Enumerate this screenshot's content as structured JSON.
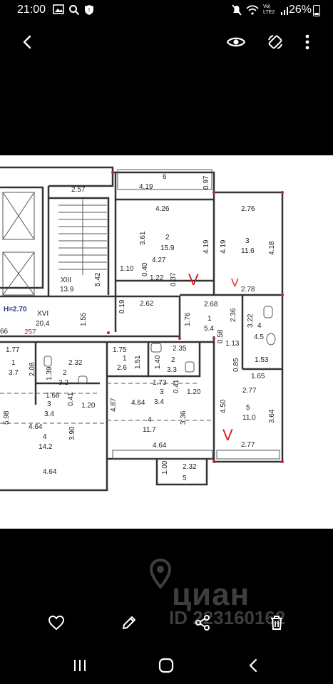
{
  "status_bar": {
    "time": "21:00",
    "network": "Vo) LTE2",
    "battery": "26%"
  },
  "plan": {
    "labels": {
      "shaft_width": "2.57",
      "loggia_top_no": "6",
      "loggia_top_len": "4.19",
      "loggia_top_w": "0.97",
      "room2_len": "4.26",
      "room2_side": "3.61",
      "room2_no": "2",
      "room2_area": "15.9",
      "room2_bottom": "4.27",
      "room2_right": "4.19",
      "room3_len": "2.76",
      "room3_side": "4.19",
      "room3_no": "3",
      "room3_area": "11.6",
      "room3_right": "4.18",
      "room3_bottom": "2.78",
      "stair_no": "XIII",
      "stair_area": "13.9",
      "stair_side": "5.42",
      "lift_a": "1.10",
      "lift_b": "0.40",
      "lift_c": "1.22",
      "lift_d": "0.37",
      "height": "H=2.70",
      "hall_no": "XVI",
      "hall_area": "20.4",
      "hall_side": "1.55",
      "corr_a": "0.19",
      "corr_b": "2.62",
      "red_num": "257",
      "left_num": "66",
      "hall1_side": "1.76",
      "hall1_top": "2.68",
      "hall1_no": "1",
      "hall1_area": "5.4",
      "hall1_right": "2.36",
      "bath4_side": "3.22",
      "bath4_no": "4",
      "bath4_area": "4.5",
      "dim_058": "0.58",
      "dim_113": "1.13",
      "dim_153": "1.53",
      "dim_085": "0.85",
      "dim_165": "1.65",
      "room5_top": "2.77",
      "room5_side": "4.50",
      "room5_no": "5",
      "room5_area": "11.0",
      "room5_right": "3.64",
      "room5_bottom": "2.77",
      "l_hall_top": "1.77",
      "l_hall_no": "1",
      "l_hall_area": "3.7",
      "l_hall_side": "2.08",
      "l_bath_top": "2.32",
      "l_bath_side": "1.39",
      "l_bath_no": "2",
      "l_bath_area": "3.2",
      "l_dim_168": "1.68",
      "l_dim_041": "0.41",
      "l_dim_120": "1.20",
      "l_r3_no": "3",
      "l_r3_area": "3.4",
      "l_side_598": "5.98",
      "l_dim_464": "4.64",
      "l_r4_no": "4",
      "l_r4_area": "14.2",
      "l_r4_side": "3.90",
      "l_bottom_464": "4.64",
      "c_dim_175": "1.75",
      "c_r1_no": "1",
      "c_r1_area": "2.6",
      "c_dim_151": "1.51",
      "c_dim_140": "1.40",
      "c_dim_235": "2.35",
      "c_bath_no": "2",
      "c_bath_area": "3.3",
      "c_dim_173": "1.73",
      "c_dim_041": "0.41",
      "c_dim_120": "1.20",
      "c_r3_no": "3",
      "c_r3_area": "3.4",
      "c_side_487": "4.87",
      "c_dim_464": "4.64",
      "c_side_336": "3.36",
      "c_r4_no": "4",
      "c_r4_area": "11.7",
      "c_bottom_464": "4.64",
      "bal_w": "1.00",
      "bal_len": "2.32",
      "bal_no": "5",
      "checkmark": "V"
    }
  },
  "watermark": {
    "logo": "циан",
    "id_text": "ID 223160162"
  },
  "icons": {
    "back": "arrow-left-icon",
    "view": "eye-icon",
    "rotate": "auto-rotate-icon",
    "more": "more-vertical-icon",
    "favorite": "heart-icon",
    "edit": "pencil-icon",
    "share": "share-icon",
    "delete": "trash-icon"
  },
  "colors": {
    "background": "#000000",
    "plan_ink": "#222222",
    "plan_label_blue": "#2b3a8a",
    "checkmark_red": "#d21f1f"
  }
}
